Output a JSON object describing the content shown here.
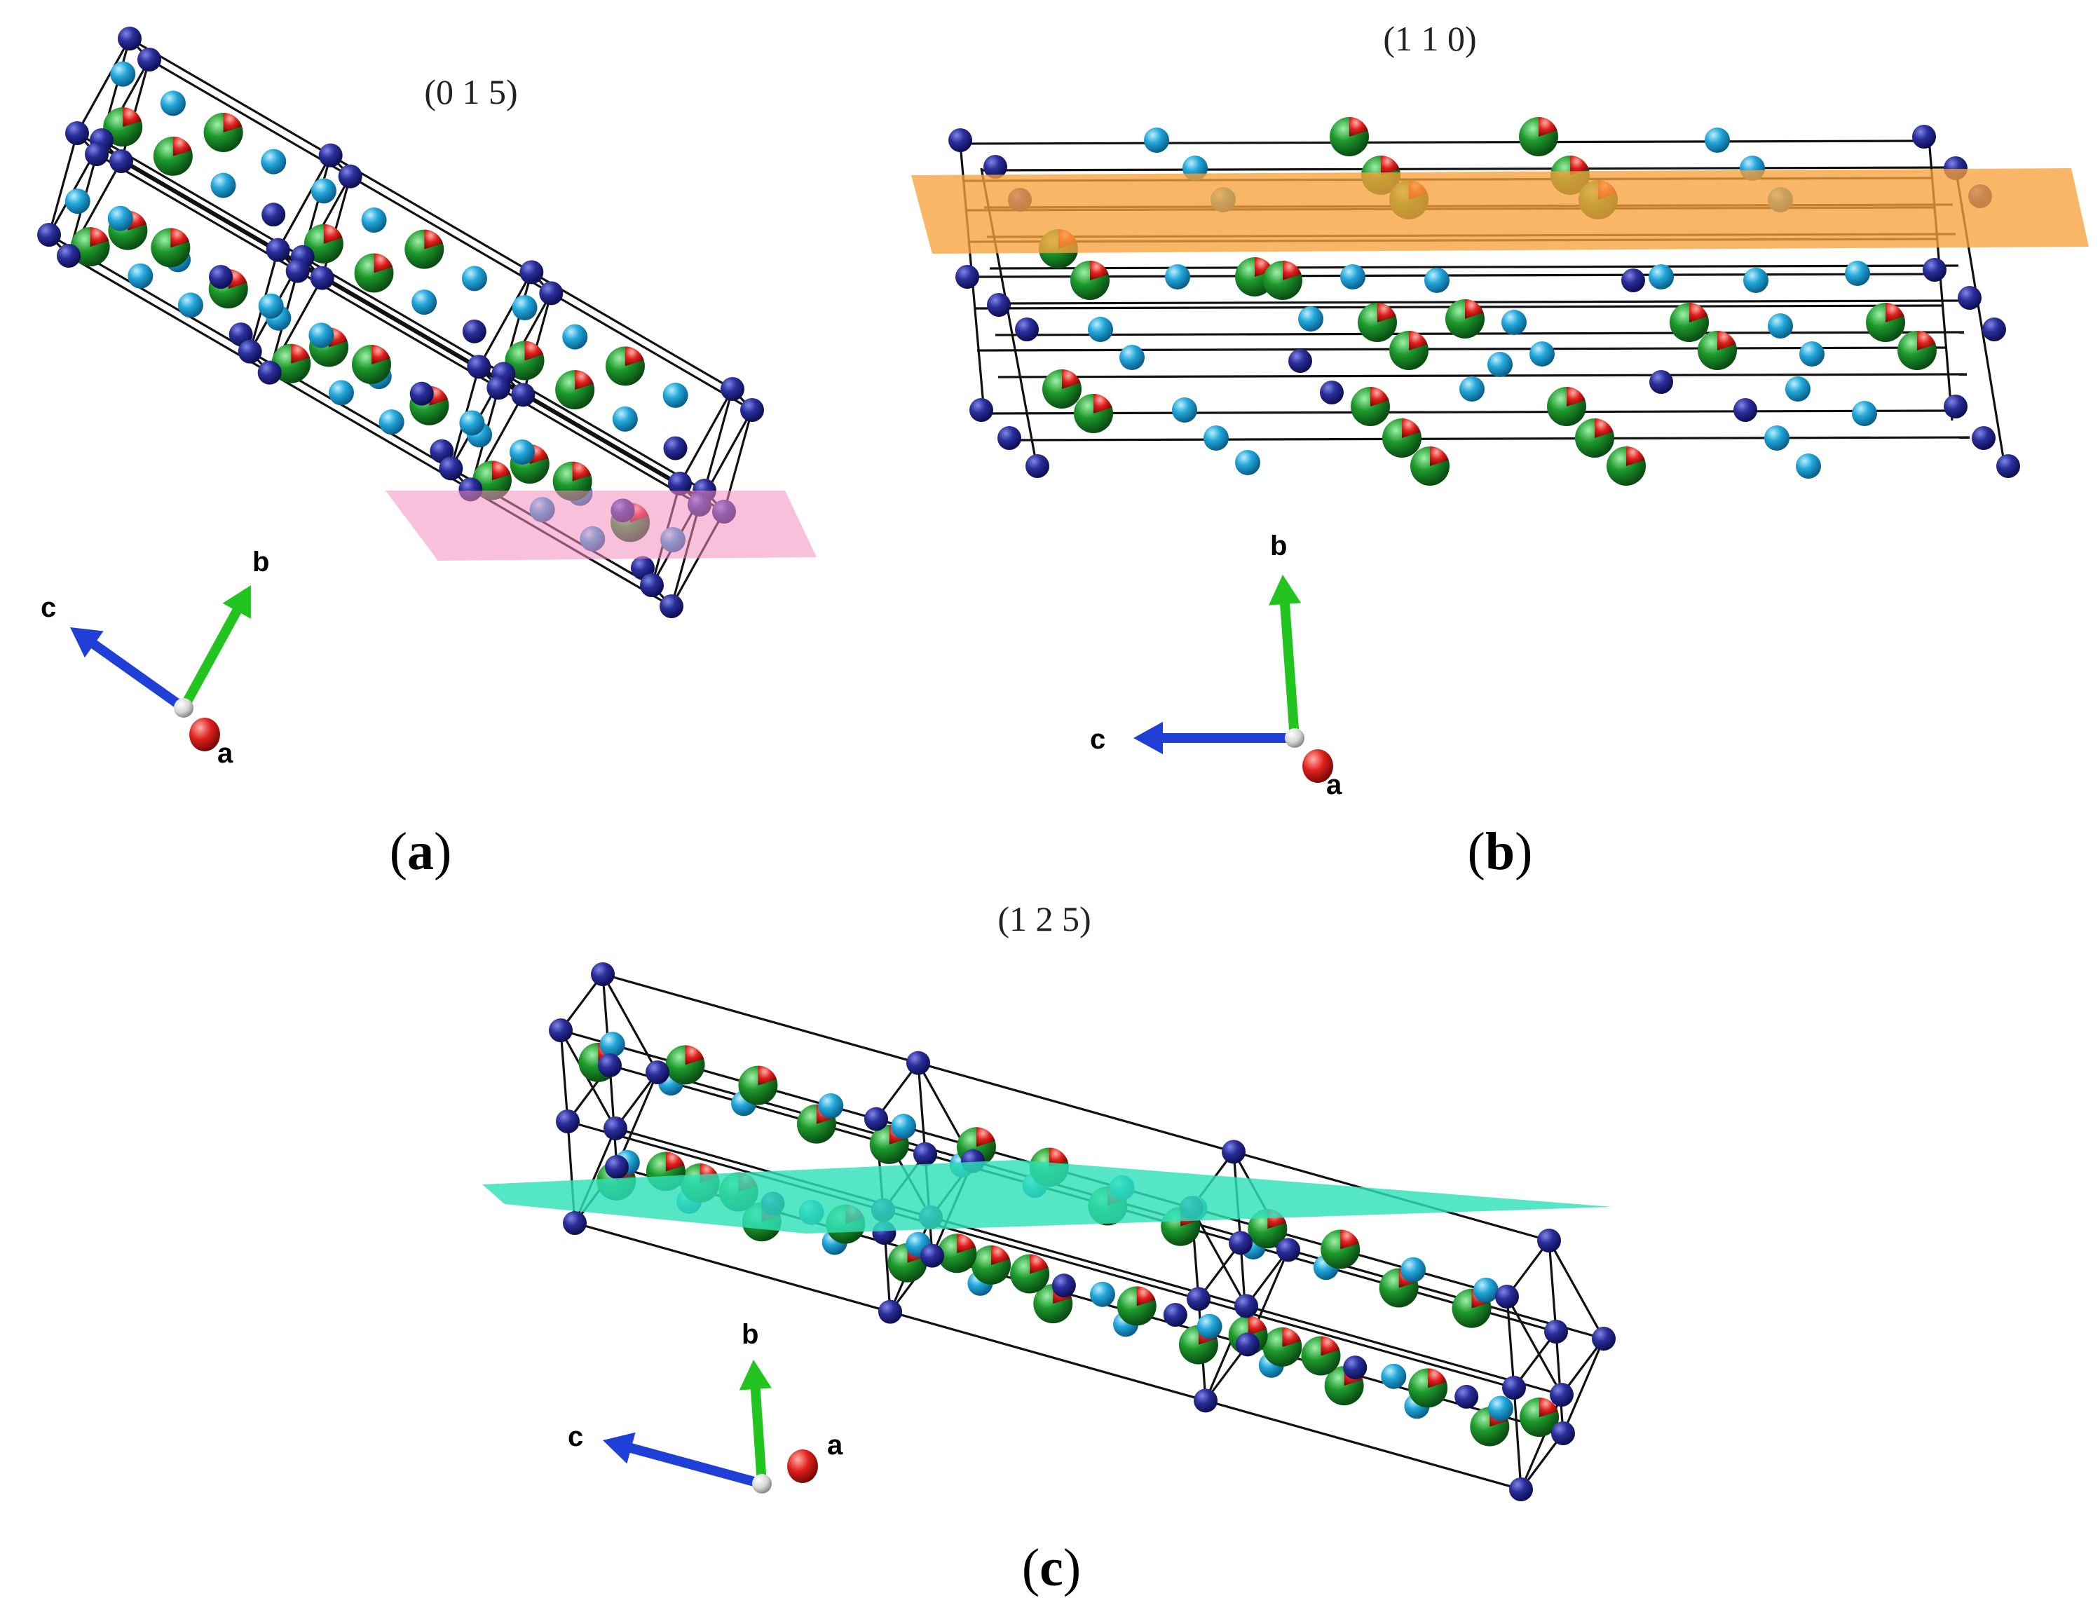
{
  "panels": [
    {
      "id": "a",
      "plane_label": "(0 1 5)",
      "caption_letter": "a",
      "plane_color": "#f48cc0",
      "axes": {
        "a": "a",
        "b": "b",
        "c": "c"
      }
    },
    {
      "id": "b",
      "plane_label": "(1 1 0)",
      "caption_letter": "b",
      "plane_color": "#f7a23c",
      "axes": {
        "a": "a",
        "b": "b",
        "c": "c"
      }
    },
    {
      "id": "c",
      "plane_label": "(1 2 5)",
      "caption_letter": "c",
      "plane_color": "#2fe0b8",
      "axes": {
        "a": "a",
        "b": "b",
        "c": "c"
      }
    }
  ],
  "colors": {
    "atom_dark_blue": "#1b1f80",
    "atom_light_blue": "#1ea6d8",
    "atom_green": "#1f9a2e",
    "atom_red": "#e0201c",
    "axis_a": "#d81414",
    "axis_b": "#22c41f",
    "axis_c": "#1f3fd6",
    "axis_origin": "#d8d8d8",
    "cell_edge": "#111111"
  }
}
